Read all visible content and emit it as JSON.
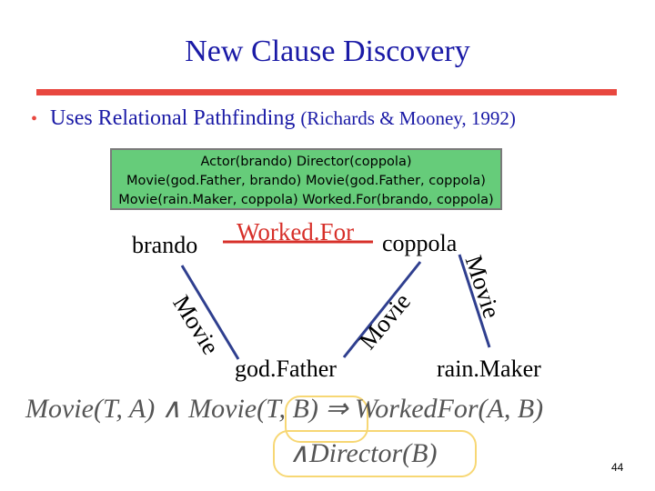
{
  "title": "New Clause Discovery",
  "bullet": {
    "text": "Uses Relational Pathfinding",
    "citation": "(Richards & Mooney, 1992)"
  },
  "facts": [
    "Actor(brando) Director(coppola)",
    "Movie(god.Father, brando) Movie(god.Father, coppola)",
    "Movie(rain.Maker, coppola) Worked.For(brando, coppola)"
  ],
  "nodes": {
    "brando": "brando",
    "coppola": "coppola",
    "godfather": "god.Father",
    "rainmaker": "rain.Maker"
  },
  "edges": {
    "workedfor": "Worked.For",
    "movie_left": "Movie",
    "movie_mid": "Movie",
    "movie_right": "Movie"
  },
  "colors": {
    "title": "#1a1aa6",
    "rule": "#e8473f",
    "facts_box": "#66cc7a",
    "edge_workedfor": "#d7302a",
    "edge_movie": "#2f3f8f",
    "highlight": "#f7d774"
  },
  "formula": {
    "line1": "Movie(T, A) ∧ Movie(T, B) ⇒ WorkedFor(A, B)",
    "line2": "∧Director(B)"
  },
  "page_number": "44"
}
